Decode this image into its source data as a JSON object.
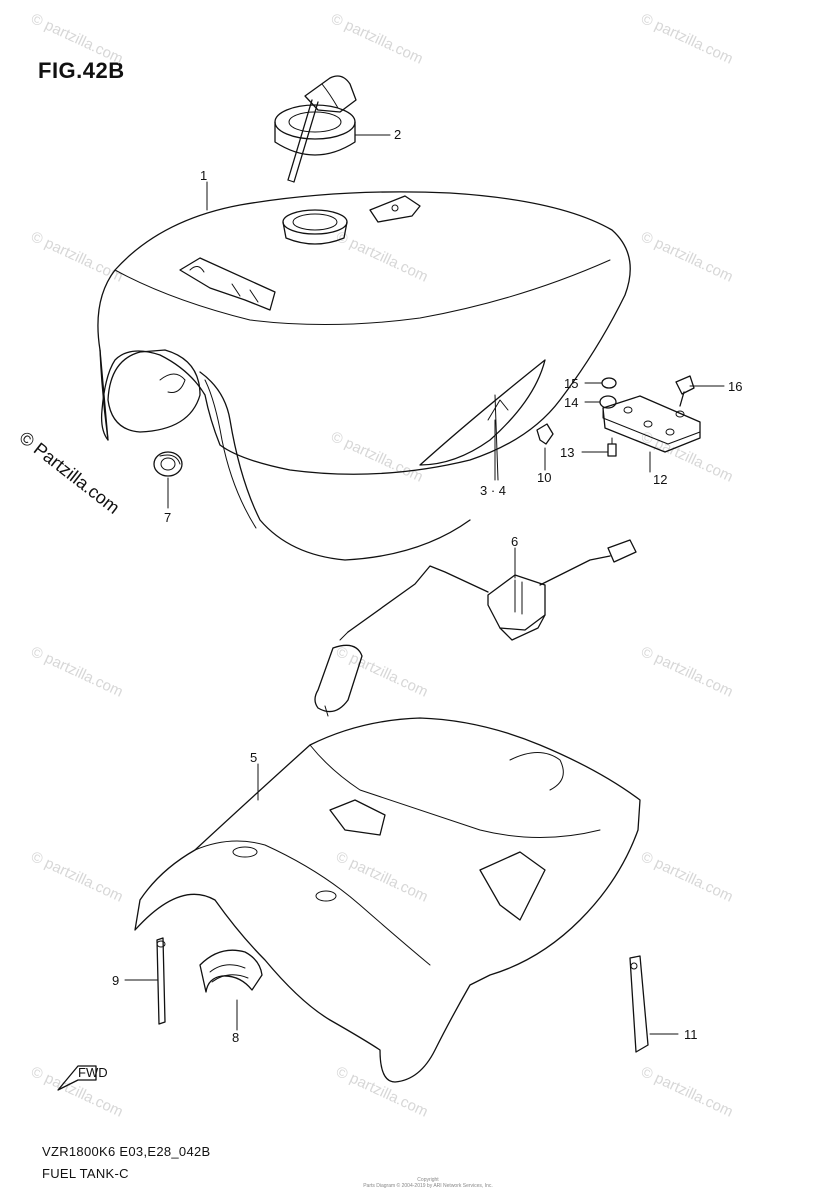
{
  "figure": {
    "title": "FIG.42B"
  },
  "footer": {
    "model_code": "VZR1800K6 E03,E28_042B",
    "section_name": "FUEL TANK-C"
  },
  "watermark": {
    "text": "© Partzilla.com",
    "small_text": "© partzilla.com"
  },
  "copyright": {
    "line1": "Copyright",
    "line2": "Parts Diagram © 2004-2019 by ARI Network Services, Inc."
  },
  "forward_marker": {
    "text": "FWD"
  },
  "callouts": [
    {
      "id": "1",
      "text": "1"
    },
    {
      "id": "2",
      "text": "2"
    },
    {
      "id": "3-4",
      "text": "3 · 4"
    },
    {
      "id": "5",
      "text": "5"
    },
    {
      "id": "6",
      "text": "6"
    },
    {
      "id": "7",
      "text": "7"
    },
    {
      "id": "8",
      "text": "8"
    },
    {
      "id": "9",
      "text": "9"
    },
    {
      "id": "10",
      "text": "10"
    },
    {
      "id": "11",
      "text": "11"
    },
    {
      "id": "12",
      "text": "12"
    },
    {
      "id": "13",
      "text": "13"
    },
    {
      "id": "14",
      "text": "14"
    },
    {
      "id": "15",
      "text": "15"
    },
    {
      "id": "16",
      "text": "16"
    }
  ],
  "colors": {
    "line": "#111111",
    "watermark": "#d7d7d7",
    "background": "#ffffff"
  }
}
